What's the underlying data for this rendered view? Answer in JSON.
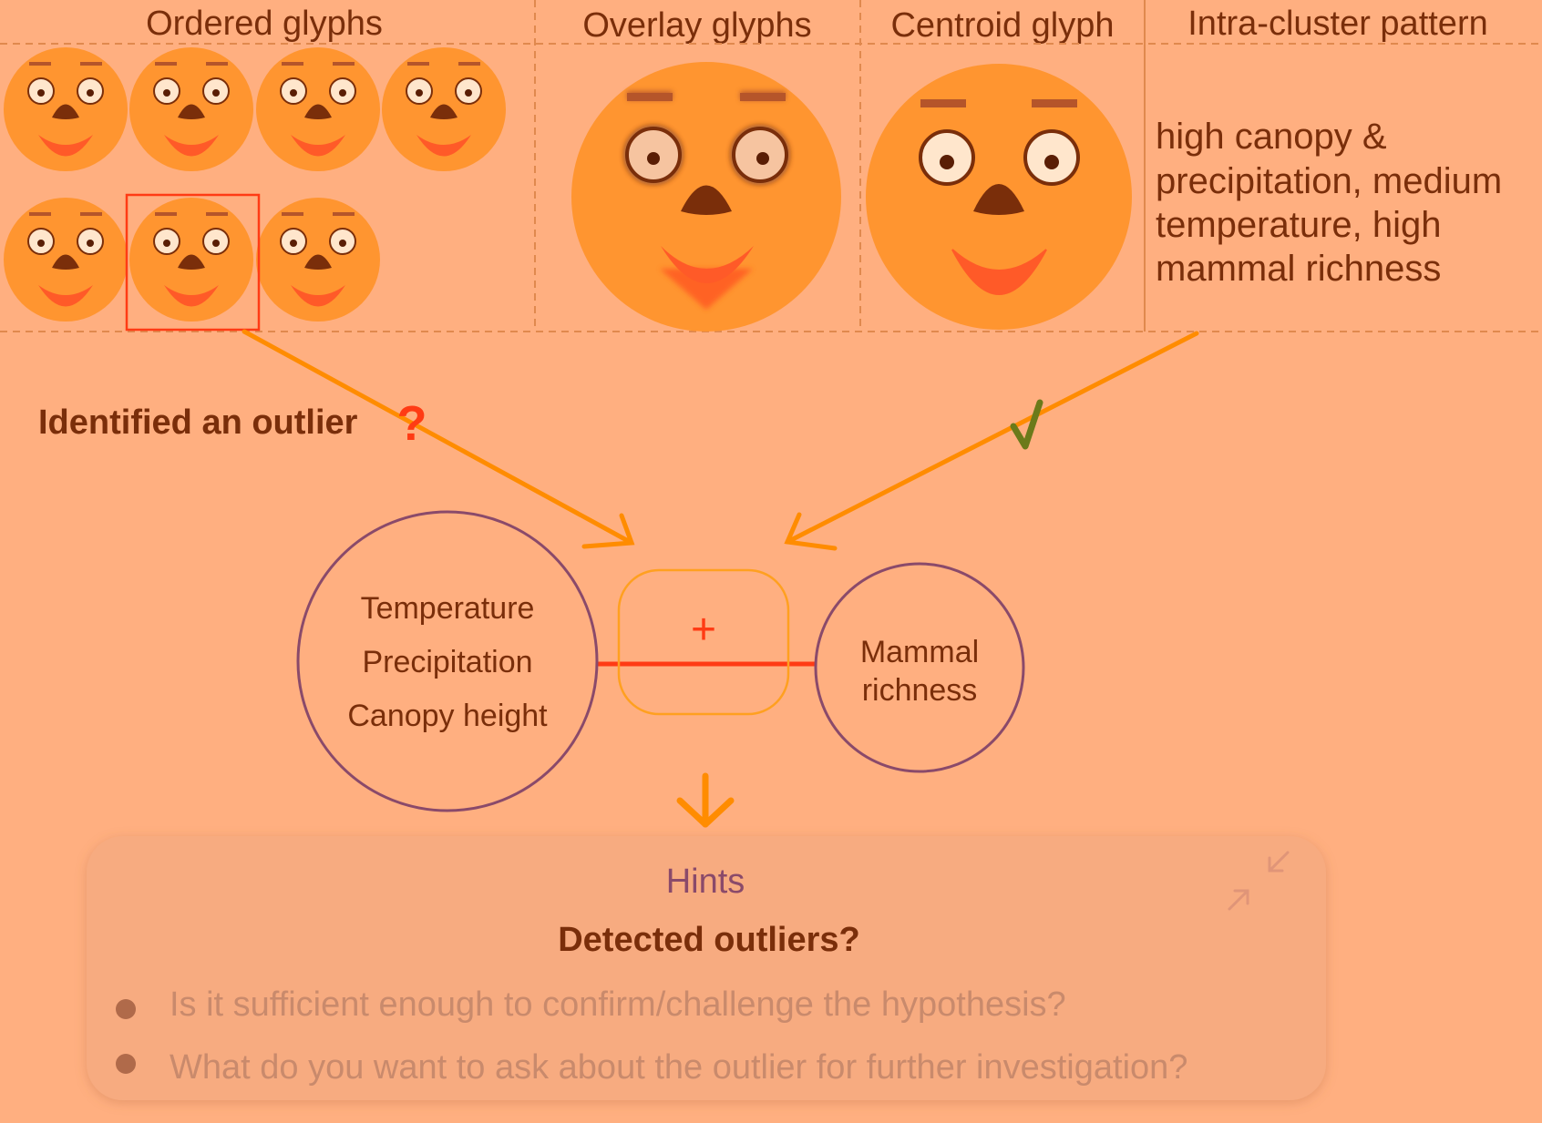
{
  "header": {
    "ordered_glyphs": "Ordered glyphs",
    "overlay_glyphs": "Overlay glyphs",
    "centroid_glyph": "Centroid glyph",
    "intra_cluster_pattern": "Intra-cluster pattern"
  },
  "pattern_text": [
    "high canopy &",
    "precipitation, medium",
    "temperature, high",
    "mammal richness"
  ],
  "outlier_label": "Identified an outlier",
  "question_mark": "?",
  "check_mark": "✓",
  "left_circle": [
    "Temperature",
    "Precipitation",
    "Canopy height"
  ],
  "right_circle": [
    "Mammal",
    "richness"
  ],
  "plus_sign": "+",
  "hints": {
    "title": "Hints",
    "subtitle": "Detected outliers?",
    "items": [
      "Is it sufficient enough to confirm/challenge the hypothesis?",
      "What do you want to ask about the outlier for further investigation?"
    ]
  },
  "colors": {
    "background": "#ffaf80",
    "face": "#ff9530",
    "dark": "#7a2e0a",
    "arrow": "#ff8c00",
    "red": "#ff3b14",
    "circle_stroke": "#8a4a6a",
    "check": "#6b7a1a",
    "hint_bullet_text": "#c98a6c"
  },
  "icons": {
    "collapse": "collapse-arrows-icon"
  }
}
